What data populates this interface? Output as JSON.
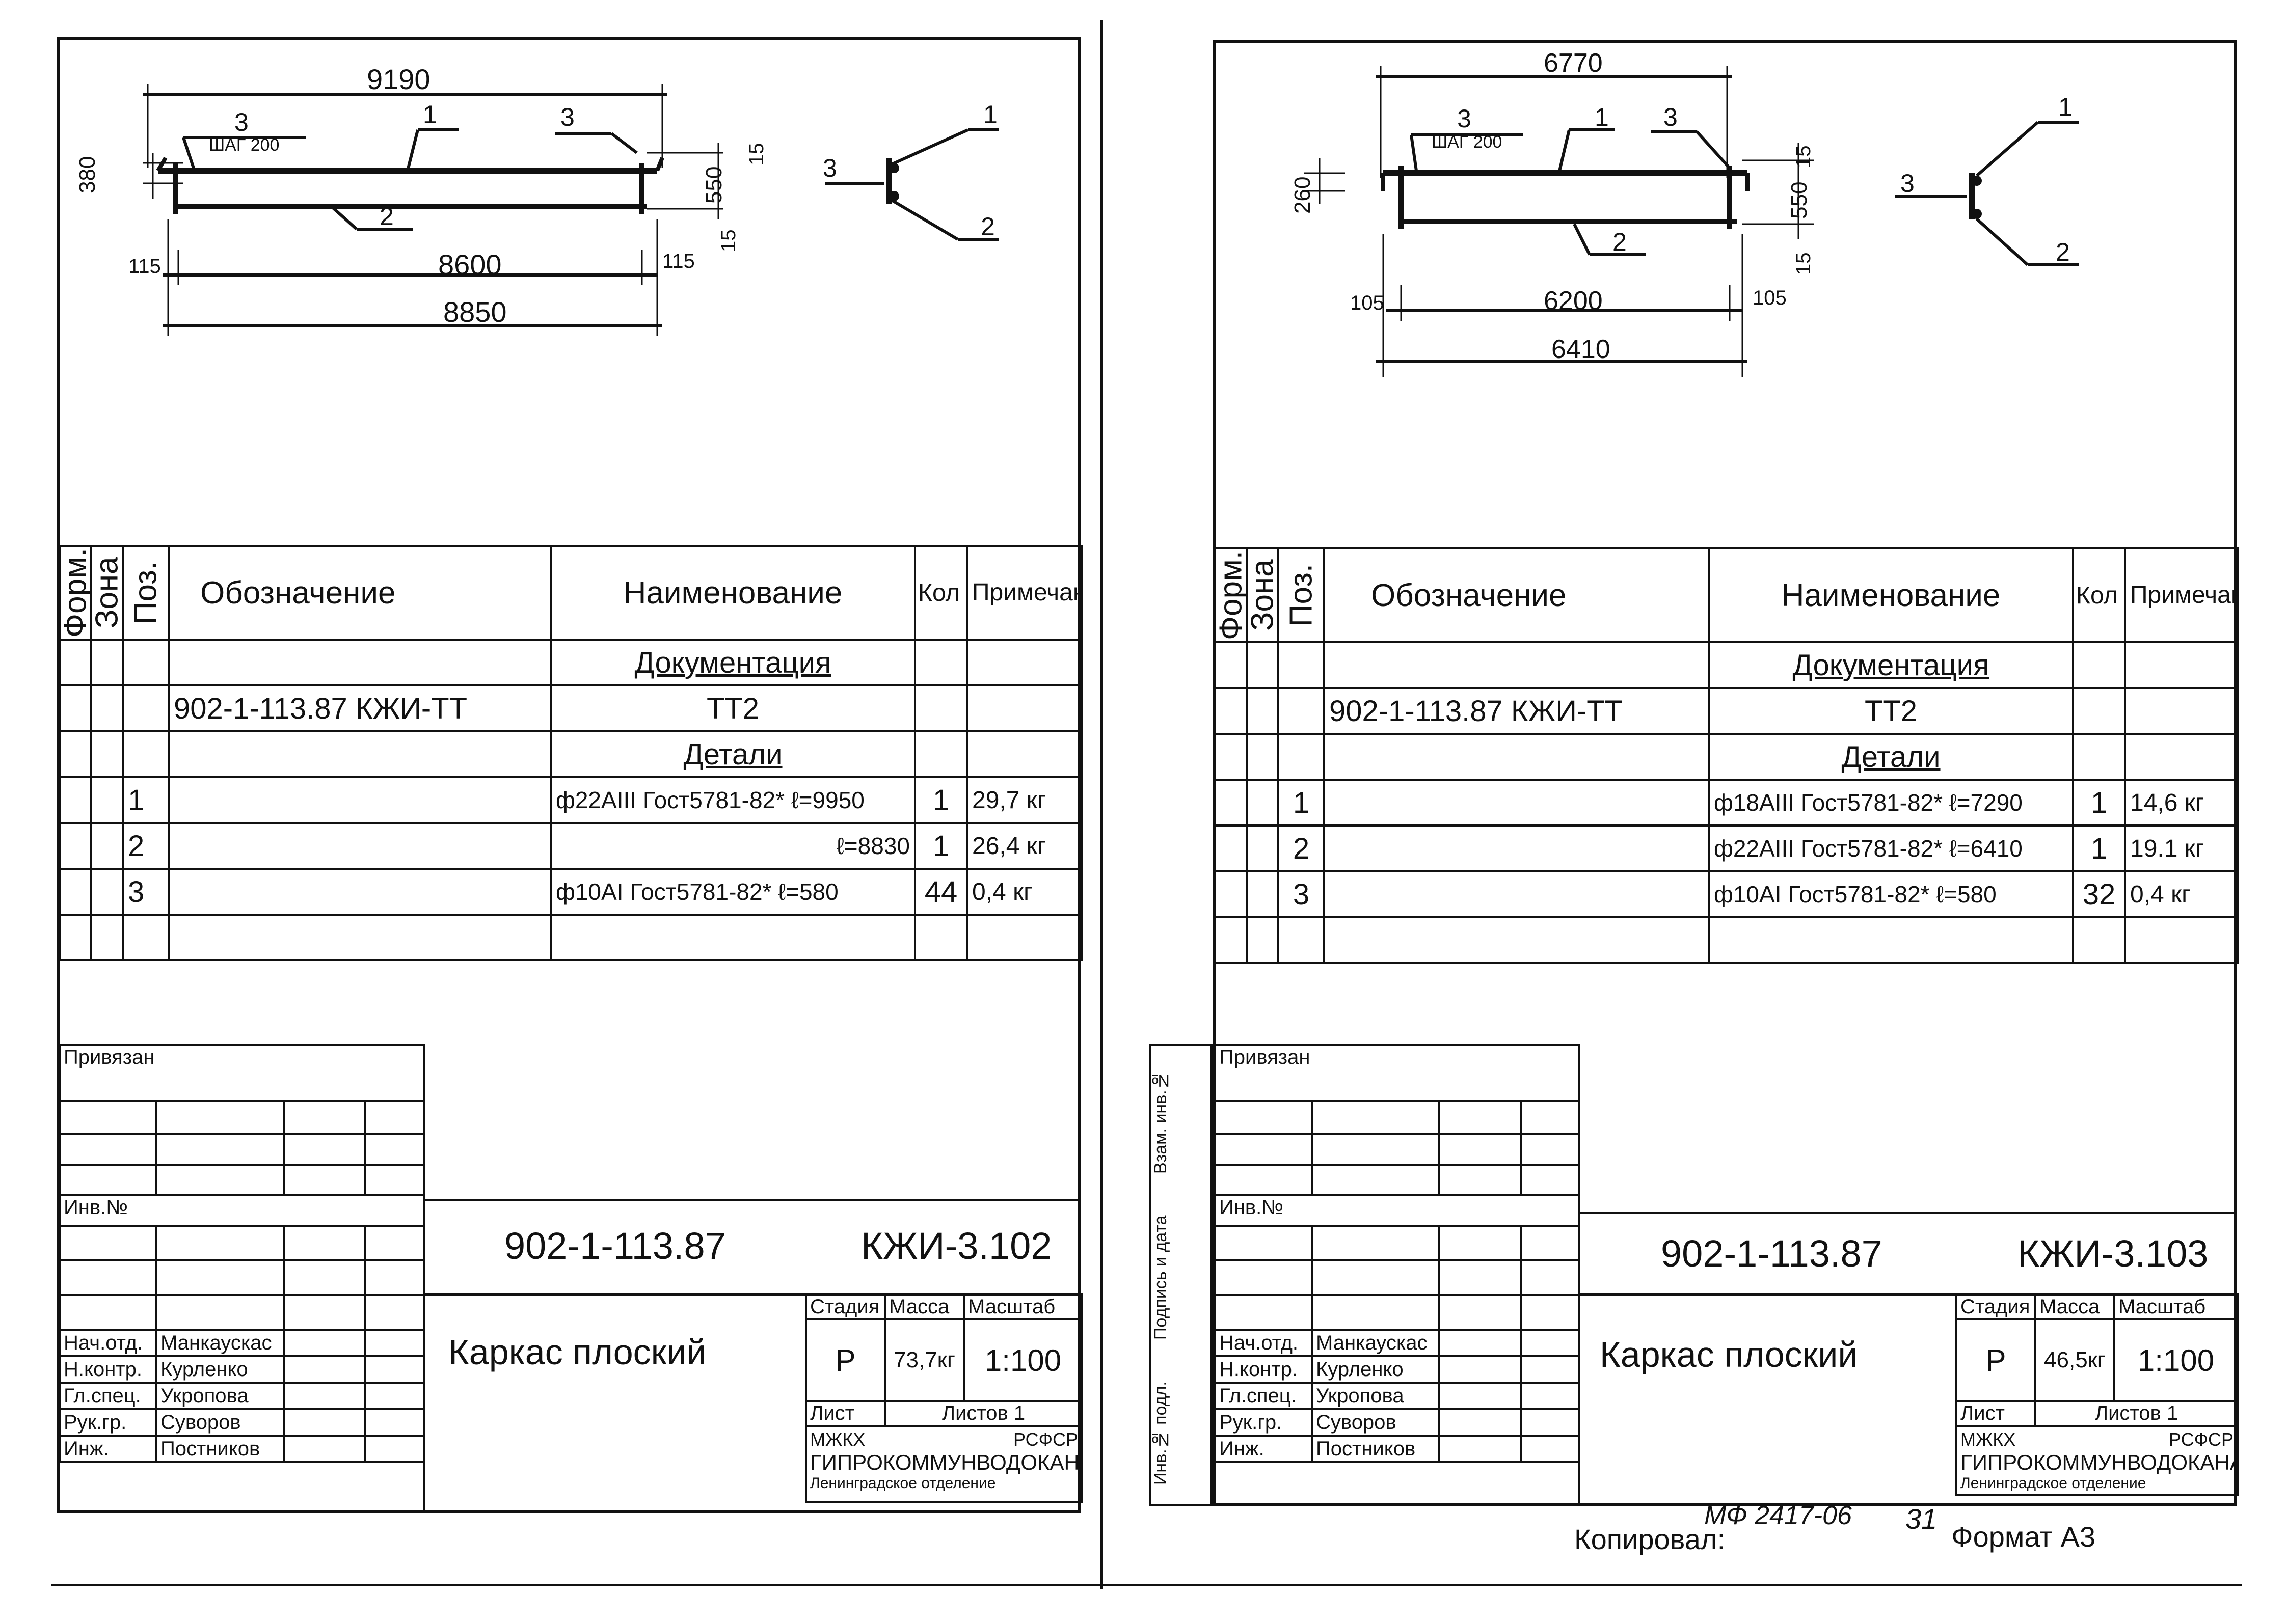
{
  "sheets": [
    {
      "drawing": {
        "overall_length": "9190",
        "bar_label_1": "1",
        "bar_label_2": "2",
        "bar_label_3a": "3",
        "bar_label_3b": "3",
        "pitch": "ШАГ 200",
        "height_left": "380",
        "height_right": "550",
        "top_off": "15",
        "bot_off": "15",
        "end_left": "115",
        "end_right": "115",
        "inner_length": "8600",
        "outer_length": "8850",
        "section_1": "1",
        "section_2": "2",
        "section_3": "3"
      },
      "spec": {
        "headers": {
          "form": "Форм.",
          "zone": "Зона",
          "pos": "Поз.",
          "designation": "Обозначение",
          "name": "Наименование",
          "qty": "Кол",
          "note": "Примечание"
        },
        "section_docs": "Документация",
        "doc_code": "902-1-113.87  КЖИ-ТТ",
        "doc_name": "ТТ2",
        "section_parts": "Детали",
        "rows": [
          {
            "pos": "1",
            "name": "ф22АIII Гост5781-82* ℓ=9950",
            "qty": "1",
            "note": "29,7 кг"
          },
          {
            "pos": "2",
            "name": "ℓ=8830",
            "qty": "1",
            "note": "26,4 кг"
          },
          {
            "pos": "3",
            "name": "ф10АI Гост5781-82* ℓ=580",
            "qty": "44",
            "note": "0,4 кг"
          }
        ]
      },
      "stamp": {
        "privyazan": "Привязан",
        "inv_no": "Инв.№",
        "project_code": "902-1-113.87",
        "sheet_code": "КЖИ-3.102",
        "title": "Каркас плоский",
        "stage_label": "Стадия",
        "mass_label": "Масса",
        "scale_label": "Масштаб",
        "stage": "Р",
        "mass": "73,7кг",
        "scale": "1:100",
        "list_label": "Лист",
        "lists_label": "Листов 1",
        "org1": "МЖКХ",
        "org2": "РСФСР",
        "org3": "ГИПРОКОММУНВОДОКАНАЛ",
        "org4": "Ленинградское отделение",
        "roles": [
          {
            "role": "Нач.отд.",
            "name": "Манкаускас"
          },
          {
            "role": "Н.контр.",
            "name": "Курленко"
          },
          {
            "role": "Гл.спец.",
            "name": "Укропова"
          },
          {
            "role": "Рук.гр.",
            "name": "Суворов"
          },
          {
            "role": "Инж.",
            "name": "Постников"
          }
        ]
      }
    },
    {
      "drawing": {
        "overall_length": "6770",
        "bar_label_1": "1",
        "bar_label_2": "2",
        "bar_label_3a": "3",
        "bar_label_3b": "3",
        "pitch": "ШАГ 200",
        "height_left": "260",
        "height_right": "550",
        "top_off": "15",
        "bot_off": "15",
        "end_left": "105",
        "end_right": "105",
        "inner_length": "6200",
        "outer_length": "6410",
        "section_1": "1",
        "section_2": "2",
        "section_3": "3"
      },
      "spec": {
        "headers": {
          "form": "Форм.",
          "zone": "Зона",
          "pos": "Поз.",
          "designation": "Обозначение",
          "name": "Наименование",
          "qty": "Кол",
          "note": "Примечание"
        },
        "section_docs": "Документация",
        "doc_code": "902-1-113.87  КЖИ-ТТ",
        "doc_name": "ТТ2",
        "section_parts": "Детали",
        "rows": [
          {
            "pos": "1",
            "name": "ф18АIII Гост5781-82* ℓ=7290",
            "qty": "1",
            "note": "14,6 кг"
          },
          {
            "pos": "2",
            "name": "ф22АIII Гост5781-82* ℓ=6410",
            "qty": "1",
            "note": "19.1 кг"
          },
          {
            "pos": "3",
            "name": "ф10АI Гост5781-82* ℓ=580",
            "qty": "32",
            "note": "0,4 кг"
          }
        ]
      },
      "stamp": {
        "privyazan": "Привязан",
        "inv_no": "Инв.№",
        "project_code": "902-1-113.87",
        "sheet_code": "КЖИ-3.103",
        "title": "Каркас плоский",
        "stage_label": "Стадия",
        "mass_label": "Масса",
        "scale_label": "Масштаб",
        "stage": "Р",
        "mass": "46,5кг",
        "scale": "1:100",
        "list_label": "Лист",
        "lists_label": "Листов 1",
        "org1": "МЖКХ",
        "org2": "РСФСР",
        "org3": "ГИПРОКОММУНВОДОКАНАЛ",
        "org4": "Ленинградское отделение",
        "roles": [
          {
            "role": "Нач.отд.",
            "name": "Манкаускас"
          },
          {
            "role": "Н.контр.",
            "name": "Курленко"
          },
          {
            "role": "Гл.спец.",
            "name": "Укропова"
          },
          {
            "role": "Рук.гр.",
            "name": "Суворов"
          },
          {
            "role": "Инж.",
            "name": "Постников"
          }
        ],
        "side_labels": [
          "Инв.№ подл.",
          "Подпись и дата",
          "Взам. инв.№"
        ]
      }
    }
  ],
  "footer": {
    "copied_label": "Копировал:",
    "copy_number": "МФ 2417-06",
    "page_number": "31",
    "format_label": "Формат А3"
  }
}
